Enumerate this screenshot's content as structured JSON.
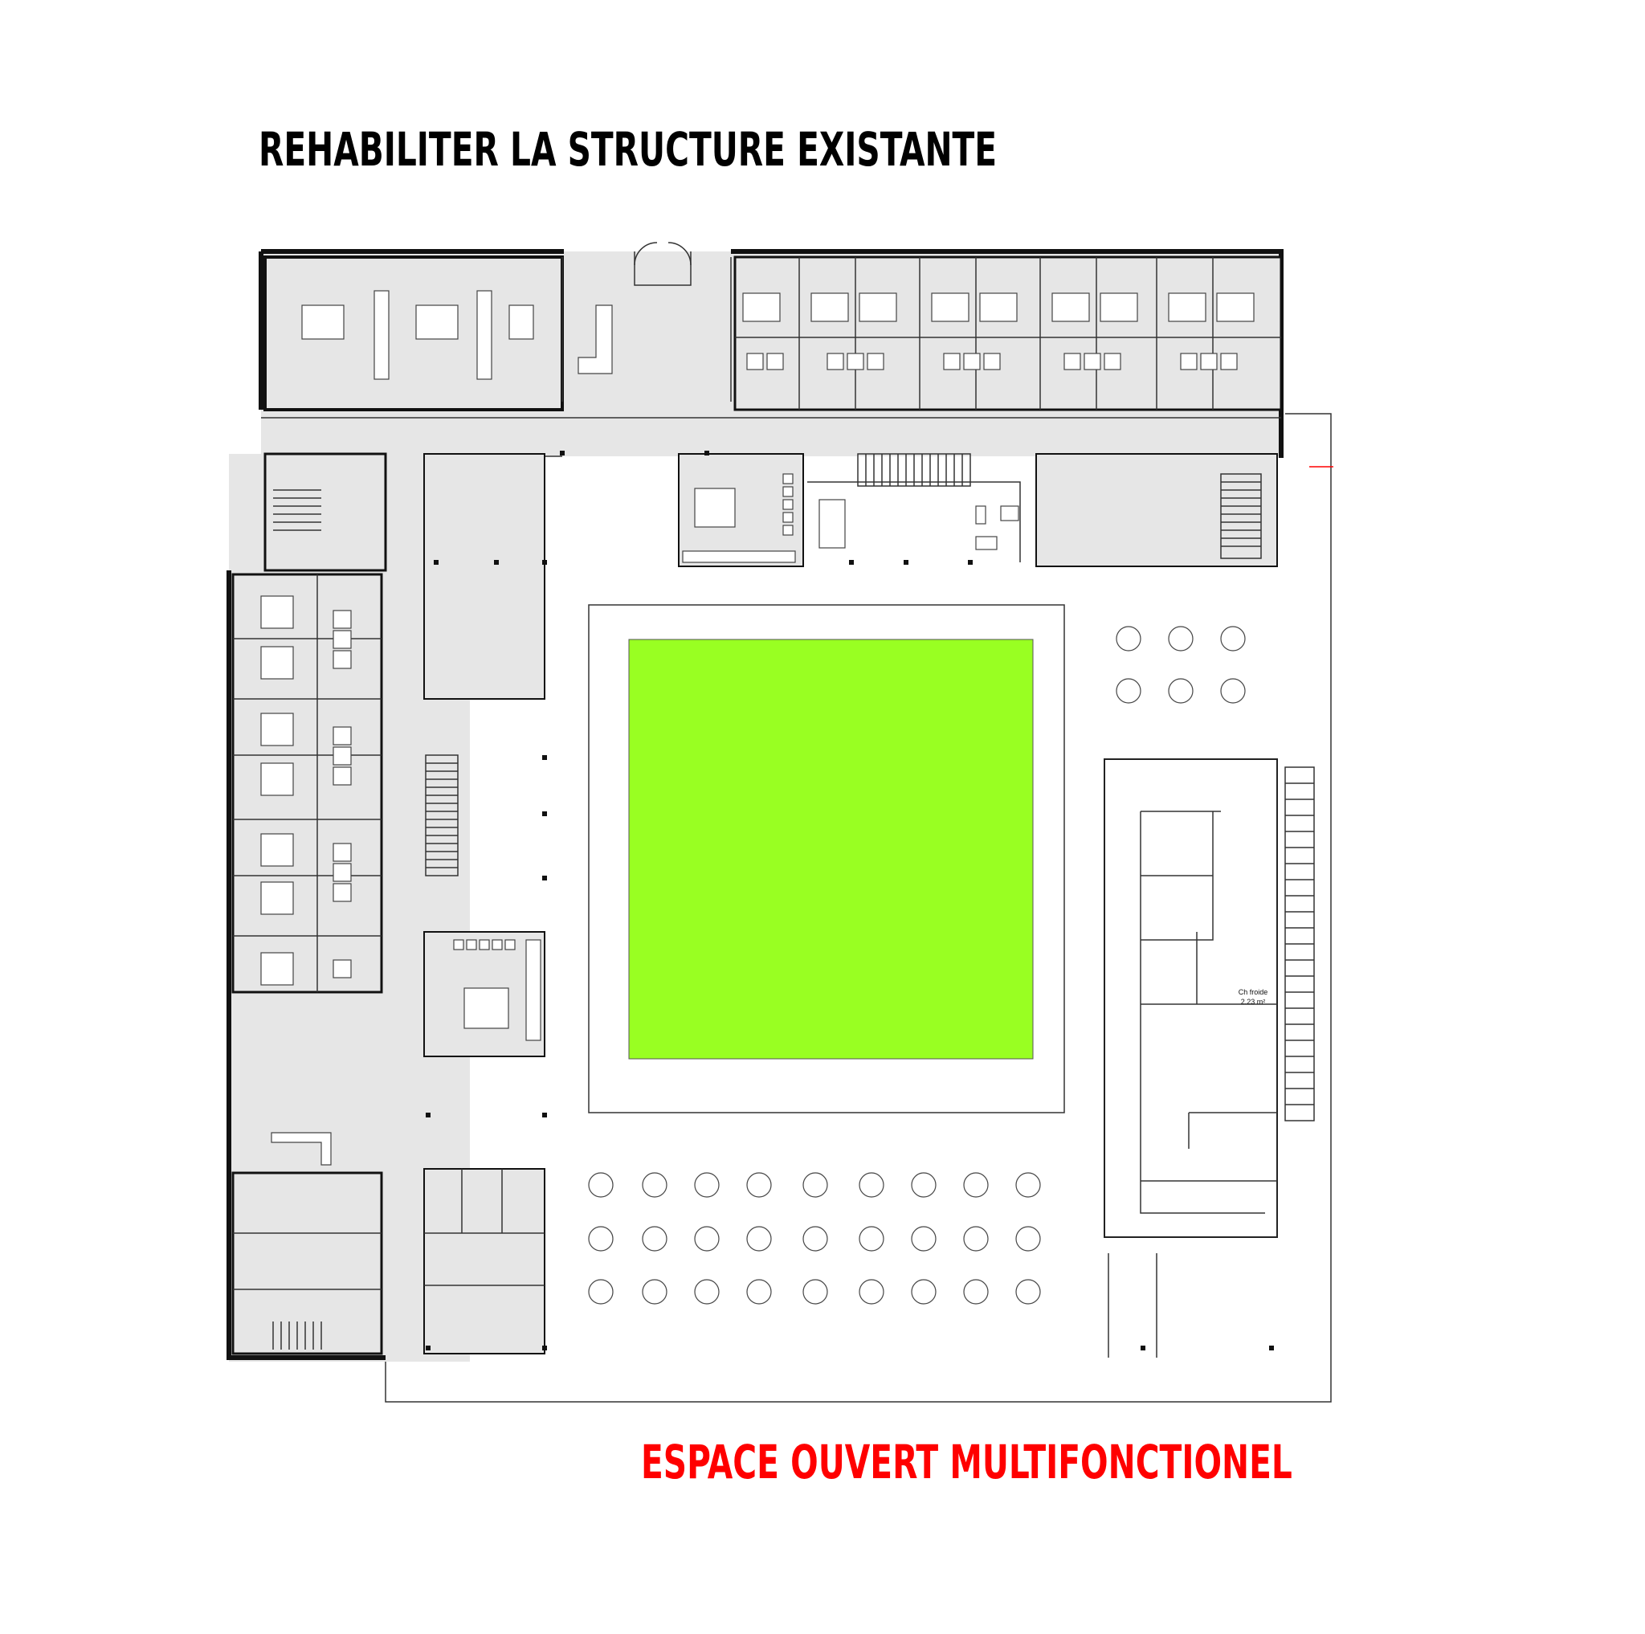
{
  "titles": {
    "top": "REHABILITER LA STRUCTURE EXISTANTE",
    "bottom": "ESPACE OUVERT MULTIFONCTIONEL"
  },
  "labels": {
    "cold_room_name": "Ch froide",
    "cold_room_area": "2.23 m²"
  },
  "colors": {
    "courtyard": "#99ff22",
    "accent_red": "#ff0000",
    "building_gray": "#e6e6e6",
    "wall": "#111111"
  }
}
